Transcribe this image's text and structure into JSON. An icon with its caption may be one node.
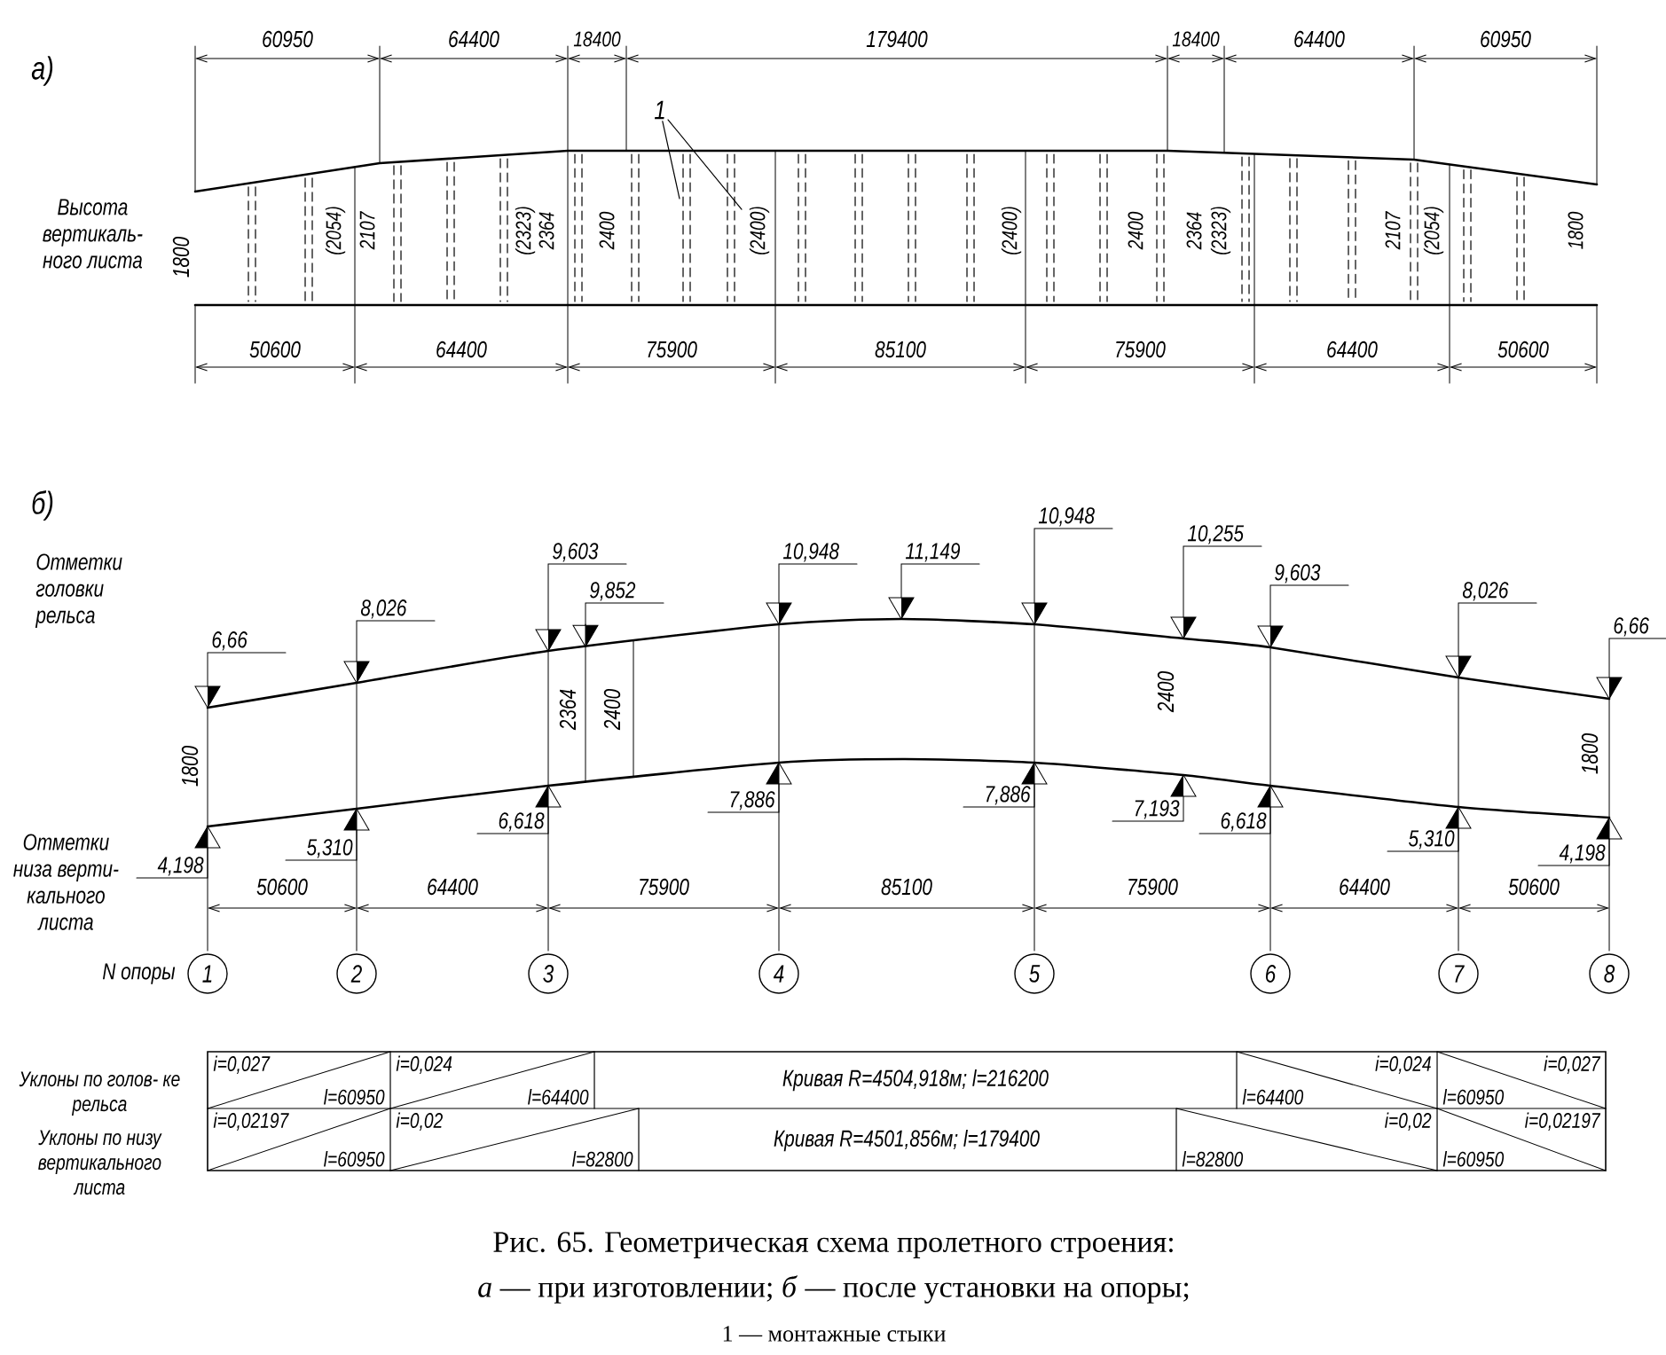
{
  "diagram": {
    "caption": "Рис. 65. Геометрическая схема пролетного строения:",
    "nodes": [
      {
        "text": [
          "1"
        ]
      },
      {
        "text": [
          "2"
        ]
      },
      {
        "text": [
          "3"
        ]
      },
      {
        "text": [
          "4"
        ]
      },
      {
        "text": [
          "5"
        ]
      },
      {
        "text": [
          "6"
        ]
      },
      {
        "text": [
          "7"
        ]
      },
      {
        "text": [
          "8"
        ]
      },
      {
        "text": [
          "1"
        ]
      }
    ],
    "edges": [
      {
        "from": 8,
        "to": null,
        "arrow": "none"
      },
      {
        "from": 8,
        "to": null,
        "arrow": "none"
      }
    ],
    "labels": [
      "а)",
      "60950",
      "64400",
      "18400",
      "179400",
      "18400",
      "64400",
      "60950",
      "Высота вертикаль- ного листа",
      "1800",
      "(2054)",
      "2107",
      "(2323)",
      "2364",
      "2400",
      "(2400)",
      "(2400)",
      "2400",
      "2364",
      "(2323)",
      "2107",
      "(2054)",
      "1800",
      "50600",
      "64400",
      "75900",
      "85100",
      "75900",
      "64400",
      "50600",
      "б)",
      "Отметки головки рельса",
      "6,66",
      "8,026",
      "9,603",
      "9,852",
      "10,948",
      "11,149",
      "10,948",
      "10,255",
      "9,603",
      "8,026",
      "6,66",
      "1800",
      "2364",
      "2400",
      "2400",
      "1800",
      "Отметки низа верти- кального листа",
      "4,198",
      "5,310",
      "6,618",
      "7,886",
      "7,886",
      "7,193",
      "6,618",
      "5,310",
      "4,198",
      "50600",
      "64400",
      "75900",
      "85100",
      "75900",
      "64400",
      "50600",
      "N опоры",
      "Уклоны по голов- ке рельса",
      "i=0,027",
      "l=60950",
      "i=0,024",
      "l=64400",
      "Кривая R=4504,918м; l=216200",
      "l=64400",
      "i=0,024",
      "l=60950",
      "i=0,027",
      "Уклоны по низу вертикального листа",
      "i=0,02197",
      "l=60950",
      "i=0,02",
      "l=82800",
      "Кривая R=4501,856м; l=179400",
      "l=82800",
      "i=0,02",
      "l=60950",
      "i=0,02197",
      "*а* — при изготовлении; *б* — после установки на опоры;",
      "1 — монтажные стыки"
    ]
  }
}
